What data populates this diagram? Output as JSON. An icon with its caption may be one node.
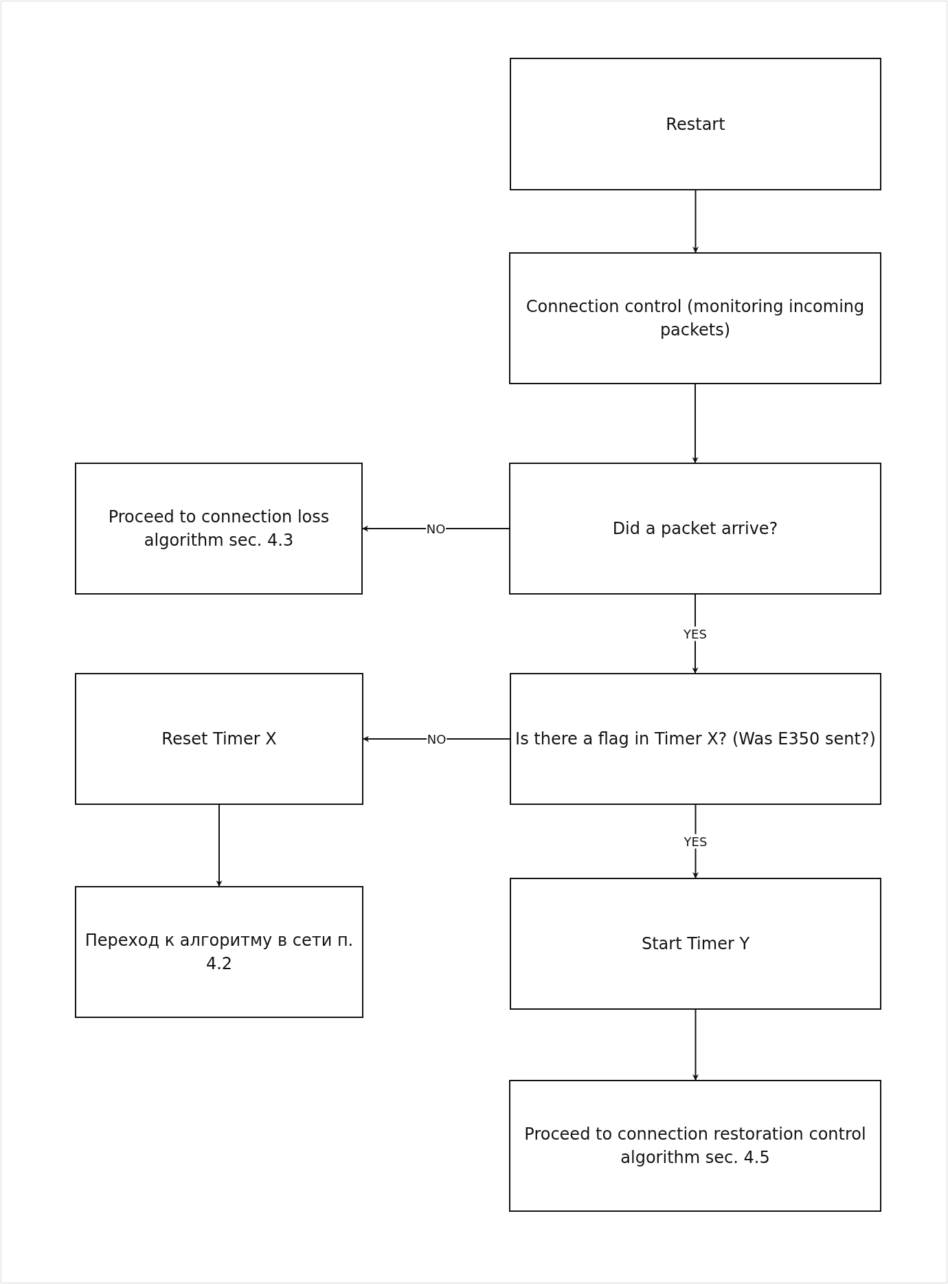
{
  "diagram": {
    "nodes": [
      {
        "text": [
          "Restart"
        ]
      },
      {
        "text": [
          "Connection control (monitoring incoming packets)"
        ]
      },
      {
        "text": [
          "Did a packet arrive?"
        ]
      },
      {
        "text": [
          "Proceed to connection loss algorithm sec. 4.3"
        ]
      },
      {
        "text": [
          "Is there a flag in Timer X? (Was E350 sent?)"
        ]
      },
      {
        "text": [
          "Reset Timer X"
        ]
      },
      {
        "text": [
          "Start Timer Y"
        ]
      },
      {
        "text": [
          "Переход к алгоритму в сети п. 4.2"
        ]
      },
      {
        "text": [
          "Proceed to connection restoration control algorithm sec. 4.5"
        ]
      }
    ],
    "edges": [
      {
        "from": 0,
        "to": 1,
        "arrow": "to"
      },
      {
        "from": 1,
        "to": 2,
        "arrow": "to"
      },
      {
        "from": 2,
        "to": 3,
        "arrow": "to",
        "label": "NO"
      },
      {
        "from": 2,
        "to": 4,
        "arrow": "to",
        "label": "YES"
      },
      {
        "from": 4,
        "to": 5,
        "arrow": "to",
        "label": "NO"
      },
      {
        "from": 4,
        "to": 6,
        "arrow": "to",
        "label": "YES"
      },
      {
        "from": 5,
        "to": 7,
        "arrow": "to"
      },
      {
        "from": 6,
        "to": 8,
        "arrow": "to"
      }
    ]
  }
}
